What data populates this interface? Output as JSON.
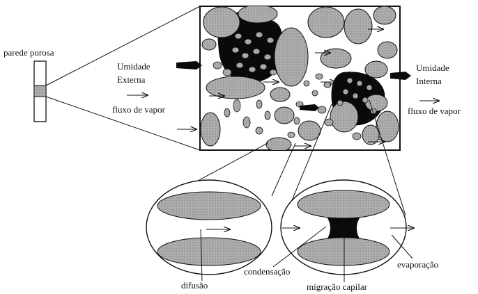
{
  "labels": {
    "parede_porosa": "parede porosa",
    "umidade_externa_1": "Umidade",
    "umidade_externa_2": "Externa",
    "fluxo_vapor_left": "fluxo de vapor",
    "umidade_interna_1": "Umidade",
    "umidade_interna_2": "Interna",
    "fluxo_vapor_right": "fluxo de vapor",
    "condensacao": "condensação",
    "evaporacao": "evaporação",
    "difusao": "difusão",
    "migracao_capilar": "migração capilar"
  },
  "colors": {
    "ink": "#111111",
    "grain": "#a8a8a8",
    "water": "#0a0a0a",
    "background": "#ffffff"
  }
}
